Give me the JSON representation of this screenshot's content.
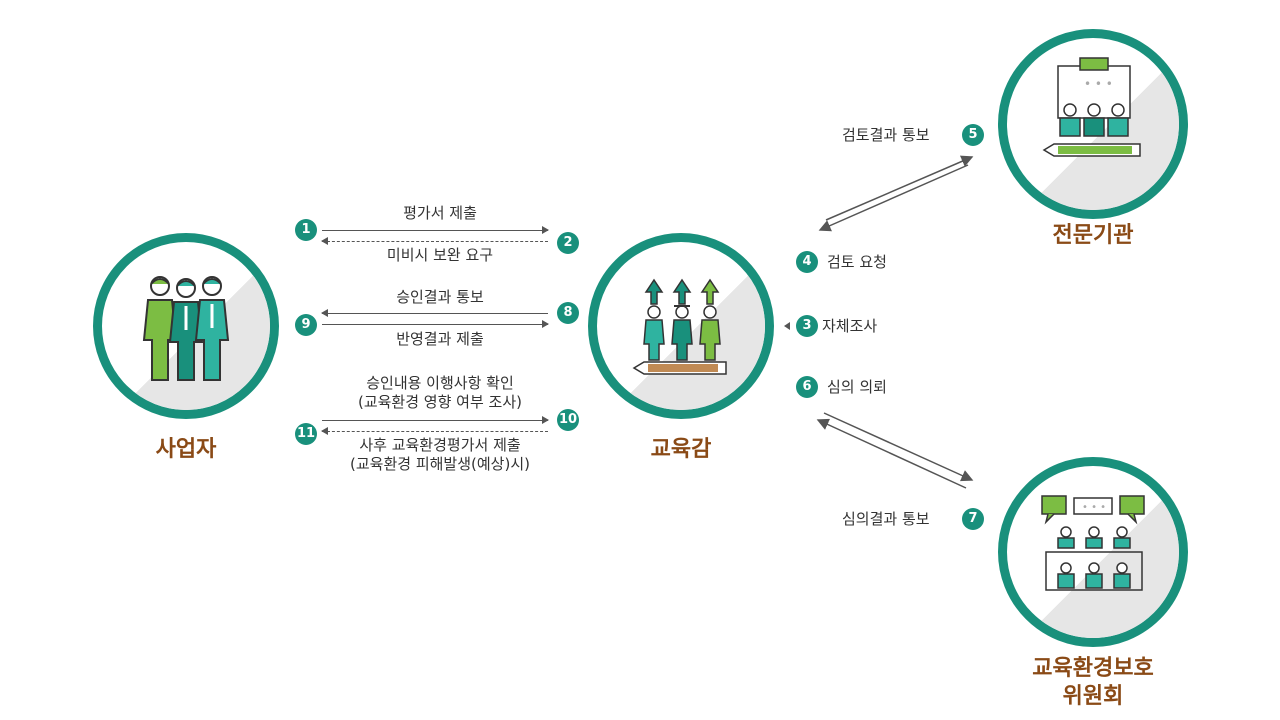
{
  "nodes": {
    "business": {
      "label": "사업자"
    },
    "office": {
      "label": "교육감"
    },
    "agency": {
      "label": "전문기관"
    },
    "committee": {
      "label_line1": "교육환경보호",
      "label_line2": "위원회"
    }
  },
  "steps": {
    "s1": {
      "num": "1",
      "text": "평가서 제출"
    },
    "s2": {
      "num": "2",
      "text": "미비시 보완 요구"
    },
    "s3": {
      "num": "3",
      "text": "자체조사"
    },
    "s4": {
      "num": "4",
      "text": "검토 요청"
    },
    "s5": {
      "num": "5",
      "text": "검토결과 통보"
    },
    "s6": {
      "num": "6",
      "text": "심의 의뢰"
    },
    "s7": {
      "num": "7",
      "text": "심의결과 통보"
    },
    "s8": {
      "num": "8",
      "text": "승인결과 통보"
    },
    "s9": {
      "num": "9",
      "text": "반영결과 제출"
    },
    "s10": {
      "num": "10",
      "text_line1": "승인내용 이행사항 확인",
      "text_line2": "(교육환경 영향 여부 조사)"
    },
    "s11": {
      "num": "11",
      "text_line1": "사후 교육환경평가서 제출",
      "text_line2": "(교육환경 피해발생(예상)시)"
    }
  },
  "colors": {
    "ring": "#19907c",
    "label": "#8a4a16",
    "badge": "#19907c",
    "teal": "#2fb3a0",
    "green": "#7cbd43"
  }
}
